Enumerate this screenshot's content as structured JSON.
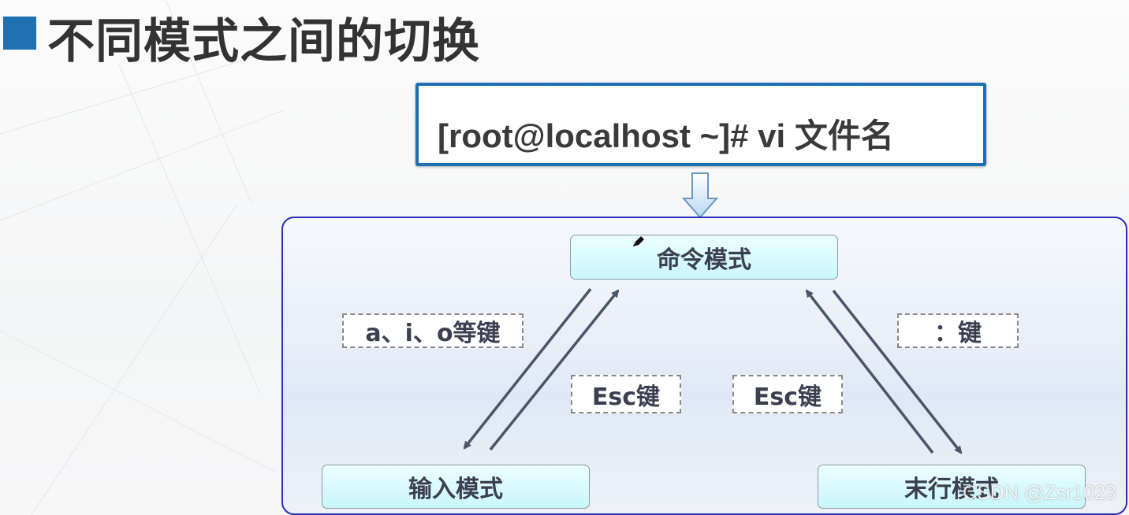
{
  "title": "不同模式之间的切换",
  "command": "[root@localhost ~]# vi 文件名",
  "modes": {
    "command_mode": "命令模式",
    "input_mode": "输入模式",
    "last_line_mode": "末行模式"
  },
  "transitions": {
    "to_input": "a、i、o等键",
    "input_to_command": "Esc键",
    "last_to_command": "Esc键",
    "to_last_line": "：键"
  },
  "watermark": "CSDN @Zsr1023",
  "colors": {
    "accent": "#1f6fb3",
    "panel_border": "#2b2dbf",
    "mode_fill": "#c9f6fb",
    "arrow": "#4a5568"
  }
}
